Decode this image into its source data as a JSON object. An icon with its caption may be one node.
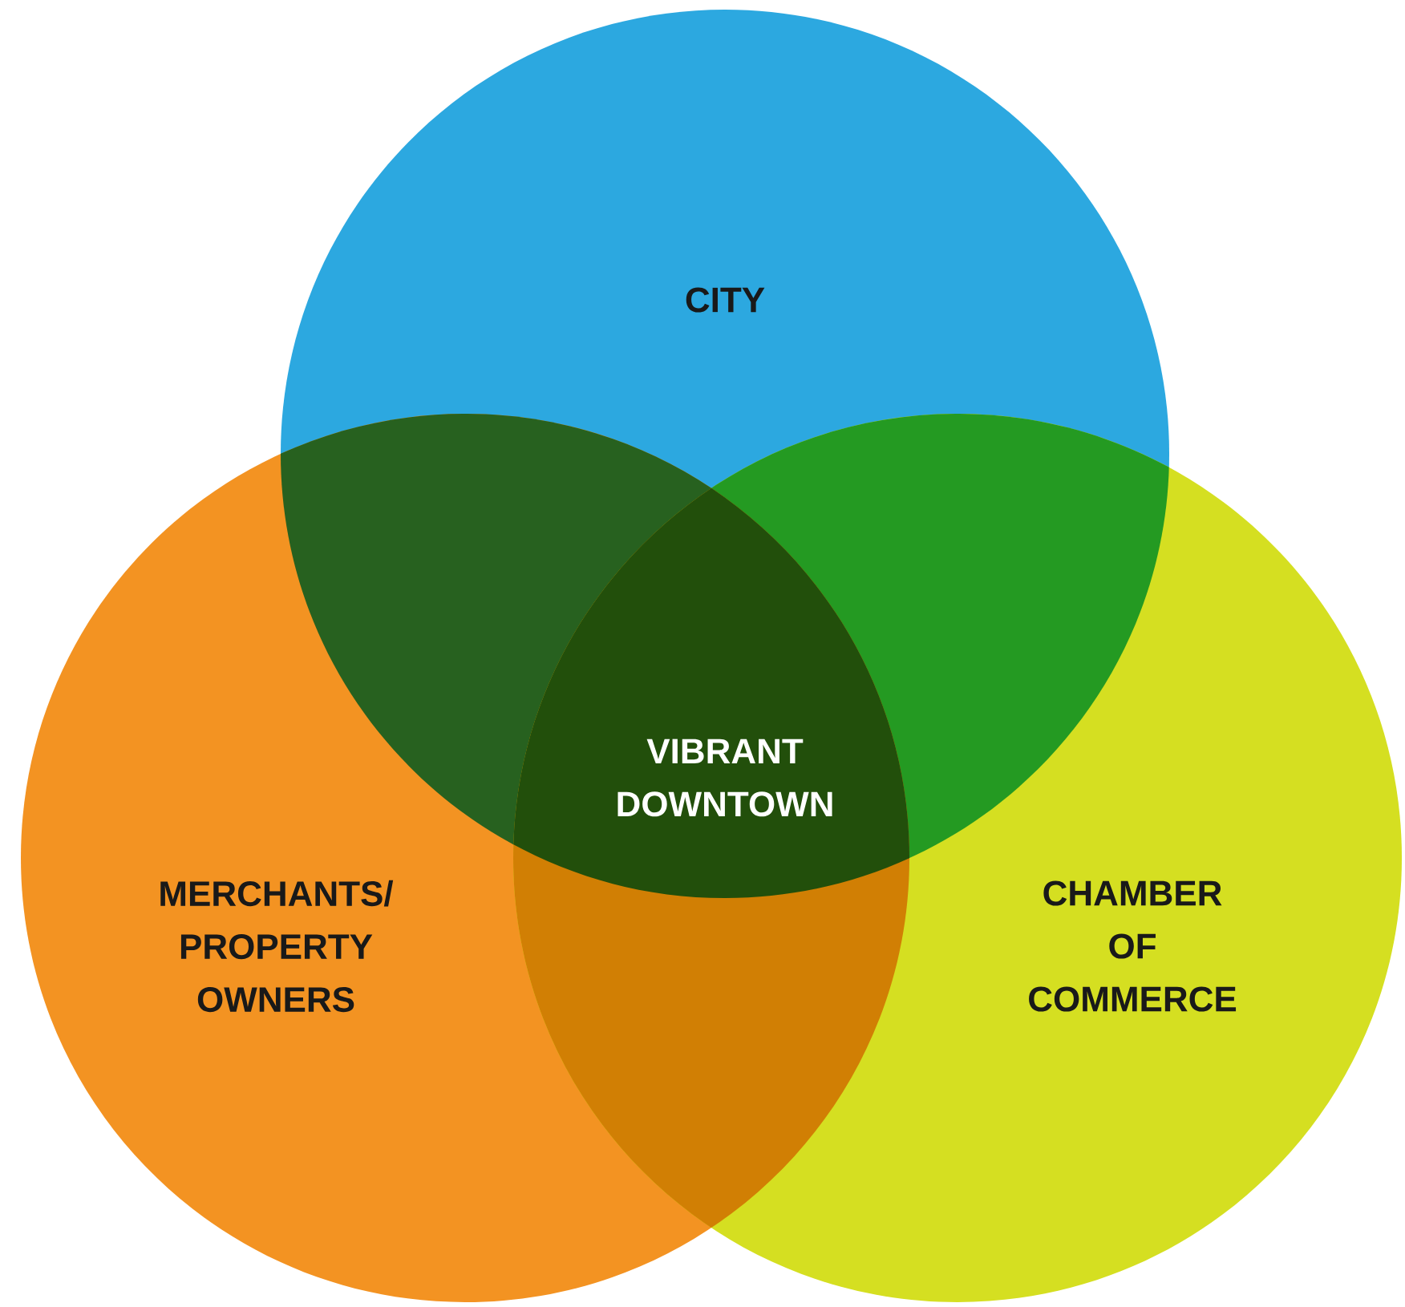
{
  "diagram": {
    "nodes": [
      {
        "text": [
          "CITY"
        ]
      },
      {
        "text": [
          "VIBRANT DOWNTOWN"
        ]
      },
      {
        "text": [
          "MERCHANTS/ PROPERTY OWNERS"
        ]
      },
      {
        "text": [
          "CHAMBER OF COMMERCE"
        ]
      }
    ]
  }
}
